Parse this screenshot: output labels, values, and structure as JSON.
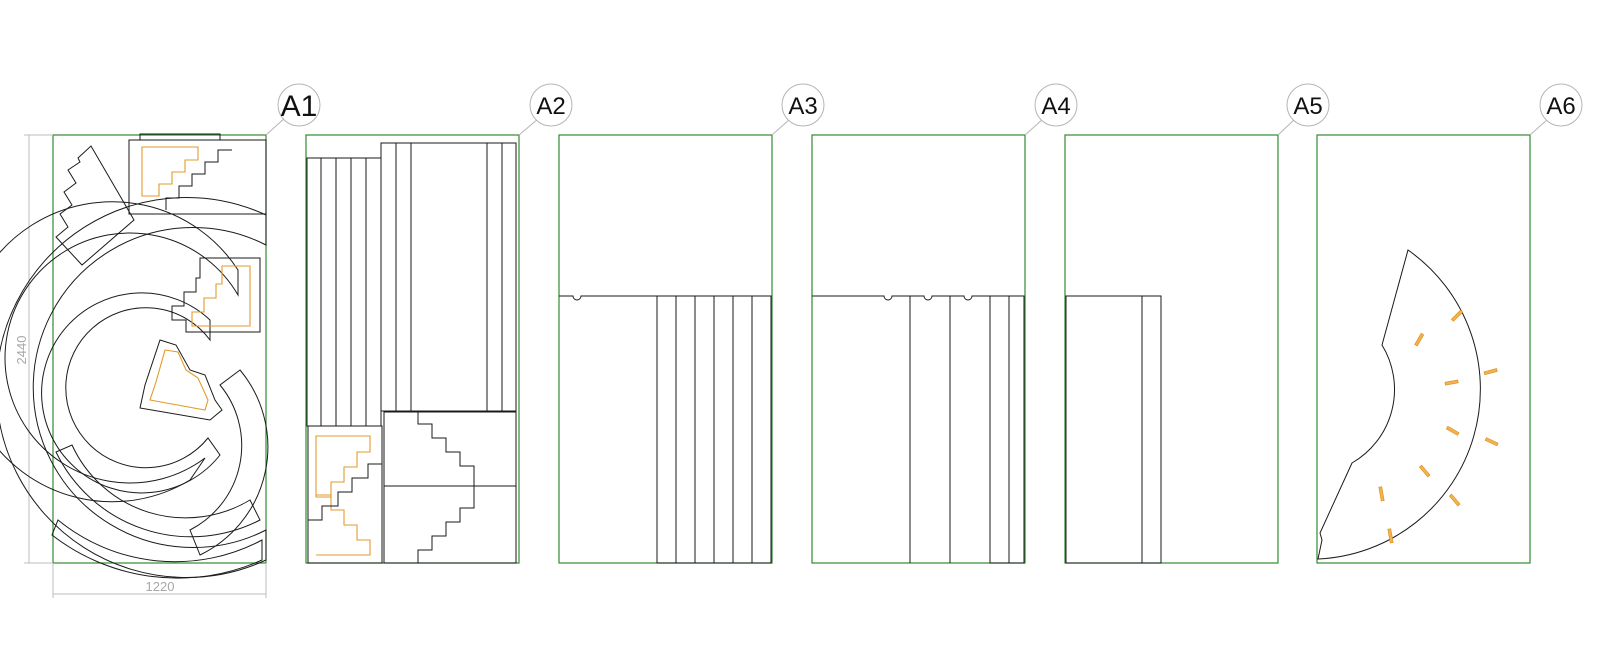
{
  "sheets": [
    {
      "id": "a1",
      "label": "A1"
    },
    {
      "id": "a2",
      "label": "A2"
    },
    {
      "id": "a3",
      "label": "A3"
    },
    {
      "id": "a4",
      "label": "A4"
    },
    {
      "id": "a5",
      "label": "A5"
    },
    {
      "id": "a6",
      "label": "A6"
    }
  ],
  "dimensions": {
    "width": "1220",
    "height": "2440"
  },
  "colors": {
    "sheet_border": "#2e8b2e",
    "part_outline": "#1a1a1a",
    "engraving": "#e39a2d",
    "dimension": "#bdbdbd"
  }
}
